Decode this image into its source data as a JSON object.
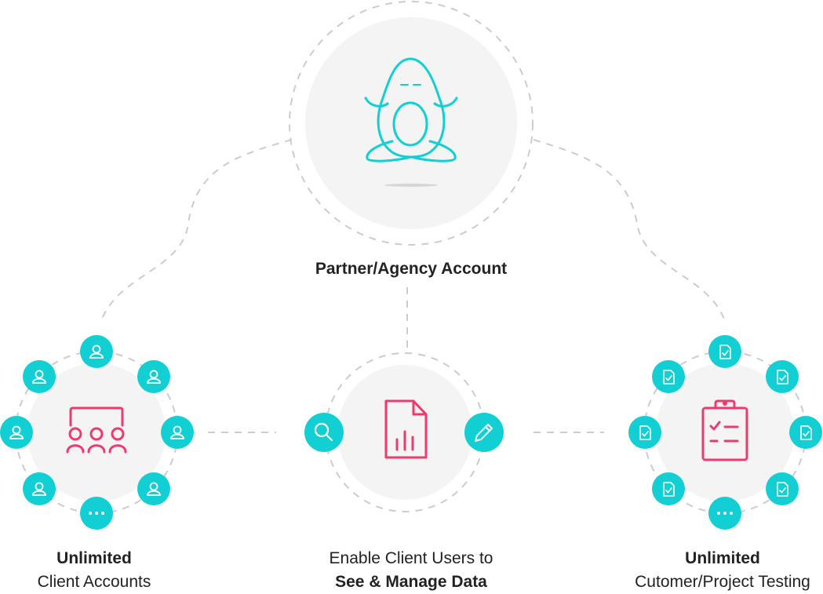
{
  "colors": {
    "accent_teal": "#12cfd4",
    "accent_pink": "#ef3a6e",
    "circle_fill": "#f4f4f4",
    "dashed_line": "#cccccc",
    "text": "#222222"
  },
  "nodes": {
    "partner": {
      "title": "Partner/Agency Account",
      "icon": "meditating-avocado-icon"
    },
    "clients": {
      "title_bold": "Unlimited",
      "title_regular": "Client Accounts",
      "icon": "users-group-icon",
      "satellite_icon": "user-icon",
      "more_icon": "more-dots-icon"
    },
    "data": {
      "title_regular": "Enable Client Users to",
      "title_bold": "See & Manage Data",
      "icon": "report-document-icon",
      "left_icon": "search-icon",
      "right_icon": "edit-pencil-icon"
    },
    "testing": {
      "title_bold": "Unlimited",
      "title_regular": "Cutomer/Project Testing",
      "icon": "clipboard-checklist-icon",
      "satellite_icon": "checked-document-icon",
      "more_icon": "more-dots-icon"
    }
  }
}
